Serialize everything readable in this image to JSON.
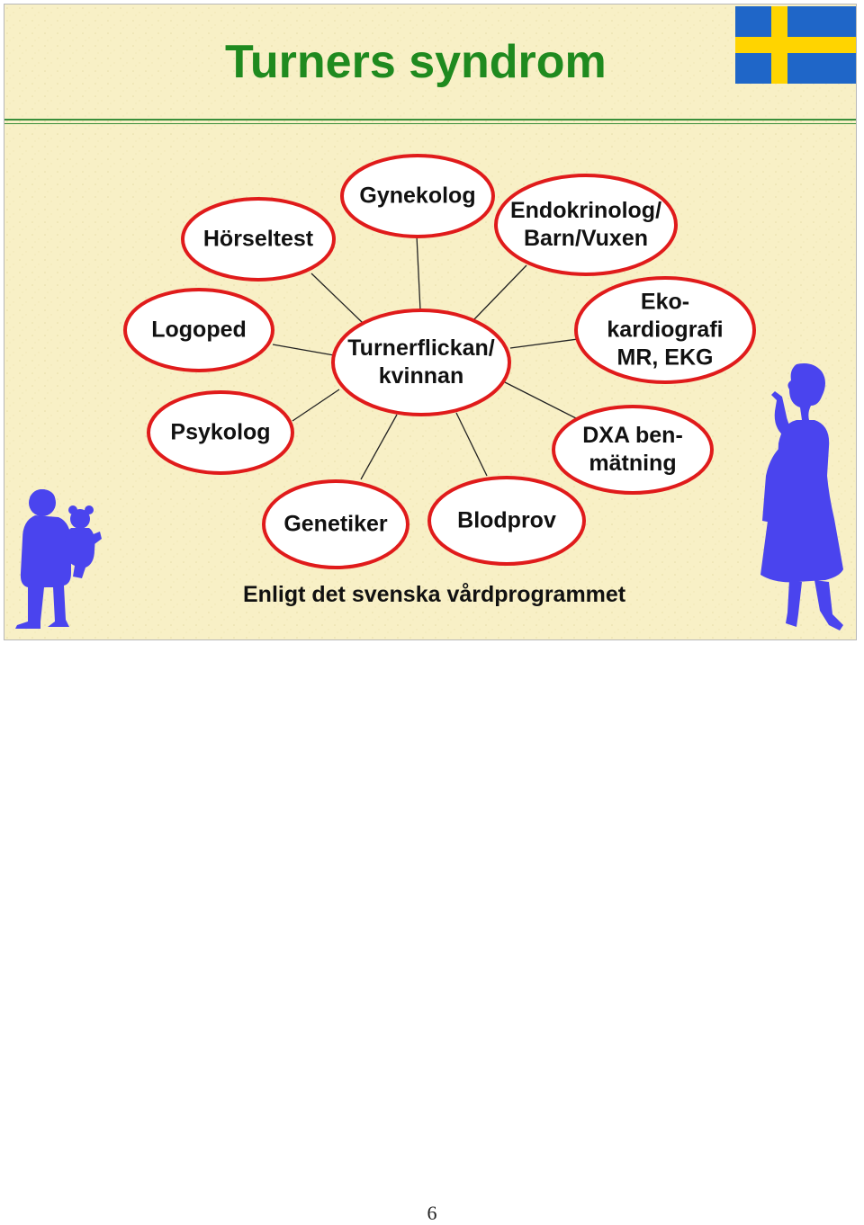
{
  "slide": {
    "title": "Turners syndrom",
    "footnote": "Enligt det svenska vårdprogrammet"
  },
  "diagram": {
    "center": {
      "label_lines": [
        "Turnerflickan/",
        "kvinnan"
      ]
    },
    "nodes": [
      {
        "id": "horseltest",
        "label_lines": [
          "Hörseltest"
        ]
      },
      {
        "id": "gynekolog",
        "label_lines": [
          "Gynekolog"
        ]
      },
      {
        "id": "endokrinolog",
        "label_lines": [
          "Endokrinolog/",
          "Barn/Vuxen"
        ]
      },
      {
        "id": "logoped",
        "label_lines": [
          "Logoped"
        ]
      },
      {
        "id": "ekokardiografi",
        "label_lines": [
          "Eko-",
          "kardiografi",
          "MR, EKG"
        ]
      },
      {
        "id": "psykolog",
        "label_lines": [
          "Psykolog"
        ]
      },
      {
        "id": "dxa",
        "label_lines": [
          "DXA ben-",
          "mätning"
        ]
      },
      {
        "id": "genetiker",
        "label_lines": [
          "Genetiker"
        ]
      },
      {
        "id": "blodprov",
        "label_lines": [
          "Blodprov"
        ]
      }
    ]
  },
  "icons": {
    "flag": "swedish-flag-icon",
    "child": "child-with-teddy-bear-icon",
    "woman": "woman-silhouette-icon"
  },
  "colors": {
    "background": "#f8f0c6",
    "title": "#1f8a1f",
    "node_border": "#e01b1b",
    "node_fill": "#ffffff",
    "silhouette": "#4a44ee",
    "flag_blue": "#1f66c8",
    "flag_yellow": "#ffd400"
  },
  "page": {
    "number": "6"
  }
}
